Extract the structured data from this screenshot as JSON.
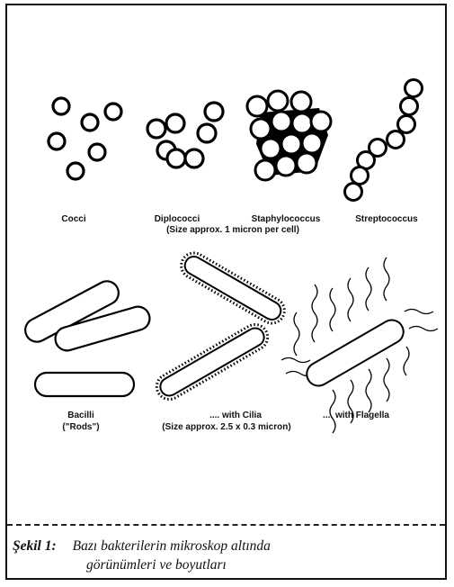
{
  "figure": {
    "labels": {
      "cocci": "Cocci",
      "diplococci": "Diplococci",
      "diplococci_size": "(Size approx. 1 micron per cell)",
      "staphylococcus": "Staphylococcus",
      "streptococcus": "Streptococcus",
      "bacilli": "Bacilli",
      "bacilli_sub": "(\"Rods\")",
      "with_cilia": ".... with Cilia",
      "cilia_size": "(Size approx. 2.5 x 0.3 micron)",
      "with_flagella": ".... with Flagella"
    },
    "caption": {
      "number": "Şekil 1:",
      "line1": "Bazı bakterilerin mikroskop altında",
      "line2": "görünümleri ve boyutları"
    }
  }
}
